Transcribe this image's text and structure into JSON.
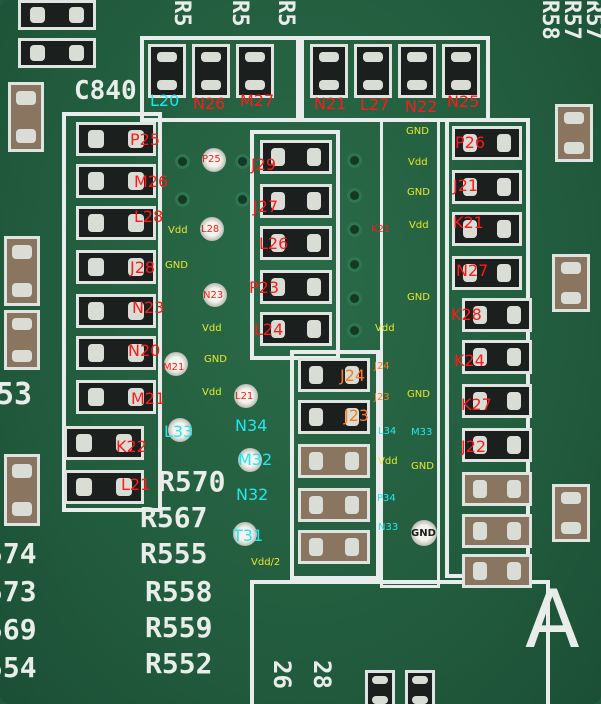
{
  "pin_labels_large": [
    {
      "text": "L20",
      "color": "cyan"
    },
    {
      "text": "N26",
      "color": "red"
    },
    {
      "text": "M27",
      "color": "red"
    },
    {
      "text": "N21",
      "color": "red"
    },
    {
      "text": "L27",
      "color": "red"
    },
    {
      "text": "N22",
      "color": "red"
    },
    {
      "text": "N25",
      "color": "red"
    },
    {
      "text": "P25",
      "color": "red"
    },
    {
      "text": "M26",
      "color": "red"
    },
    {
      "text": "L28",
      "color": "red"
    },
    {
      "text": "J28",
      "color": "red"
    },
    {
      "text": "N23",
      "color": "red"
    },
    {
      "text": "N20",
      "color": "red"
    },
    {
      "text": "M21",
      "color": "red"
    },
    {
      "text": "K22",
      "color": "red"
    },
    {
      "text": "L21",
      "color": "red"
    },
    {
      "text": "J29",
      "color": "red"
    },
    {
      "text": "J27",
      "color": "red"
    },
    {
      "text": "L26",
      "color": "red"
    },
    {
      "text": "P23",
      "color": "red"
    },
    {
      "text": "L24",
      "color": "red"
    },
    {
      "text": "P26",
      "color": "red"
    },
    {
      "text": "J21",
      "color": "red"
    },
    {
      "text": "K21",
      "color": "red"
    },
    {
      "text": "N27",
      "color": "red"
    },
    {
      "text": "K28",
      "color": "red"
    },
    {
      "text": "K24",
      "color": "red"
    },
    {
      "text": "K27",
      "color": "red"
    },
    {
      "text": "J22",
      "color": "red"
    },
    {
      "text": "J24",
      "color": "orange"
    },
    {
      "text": "J23",
      "color": "orange"
    },
    {
      "text": "L33",
      "color": "cyan"
    },
    {
      "text": "N34",
      "color": "cyan"
    },
    {
      "text": "M32",
      "color": "cyan"
    },
    {
      "text": "N32",
      "color": "cyan"
    },
    {
      "text": "T31",
      "color": "cyan"
    }
  ],
  "pin_labels_small": [
    {
      "text": "P25",
      "color": "red"
    },
    {
      "text": "L28",
      "color": "red"
    },
    {
      "text": "N23",
      "color": "red"
    },
    {
      "text": "M21",
      "color": "red"
    },
    {
      "text": "K21",
      "color": "red"
    },
    {
      "text": "L21",
      "color": "red"
    },
    {
      "text": "GND",
      "color": "yellow"
    },
    {
      "text": "Vdd",
      "color": "yellow"
    },
    {
      "text": "GND",
      "color": "yellow"
    },
    {
      "text": "Vdd",
      "color": "yellow"
    },
    {
      "text": "GND",
      "color": "yellow"
    },
    {
      "text": "Vdd",
      "color": "yellow"
    },
    {
      "text": "GND",
      "color": "yellow"
    },
    {
      "text": "Vdd",
      "color": "yellow"
    },
    {
      "text": "GND",
      "color": "yellow"
    },
    {
      "text": "Vdd",
      "color": "yellow"
    },
    {
      "text": "Vdd",
      "color": "yellow"
    },
    {
      "text": "Vdd",
      "color": "yellow"
    },
    {
      "text": "GND",
      "color": "yellow"
    },
    {
      "text": "GND",
      "color": "yellow"
    },
    {
      "text": "Vdd/2",
      "color": "yellow"
    },
    {
      "text": "J24",
      "color": "orange"
    },
    {
      "text": "J23",
      "color": "orange"
    },
    {
      "text": "L34",
      "color": "cyan"
    },
    {
      "text": "M33",
      "color": "cyan"
    },
    {
      "text": "P34",
      "color": "cyan"
    },
    {
      "text": "N33",
      "color": "cyan"
    },
    {
      "text": "GND",
      "color": "black"
    }
  ],
  "silkscreen": [
    "C840",
    "R570",
    "R567",
    "R555",
    "R558",
    "R559",
    "R552",
    "A",
    "53",
    "574",
    "573",
    "569",
    "554",
    "R5",
    "R5",
    "R5",
    "R58",
    "R57",
    "R57",
    "26",
    "28"
  ],
  "colors": {
    "red": "#ff1a1a",
    "cyan": "#22e6f0",
    "orange": "#ff7a1a",
    "yellow": "#e8e82a",
    "board": "#225c3e",
    "silkscreen": "#e9ede9"
  }
}
